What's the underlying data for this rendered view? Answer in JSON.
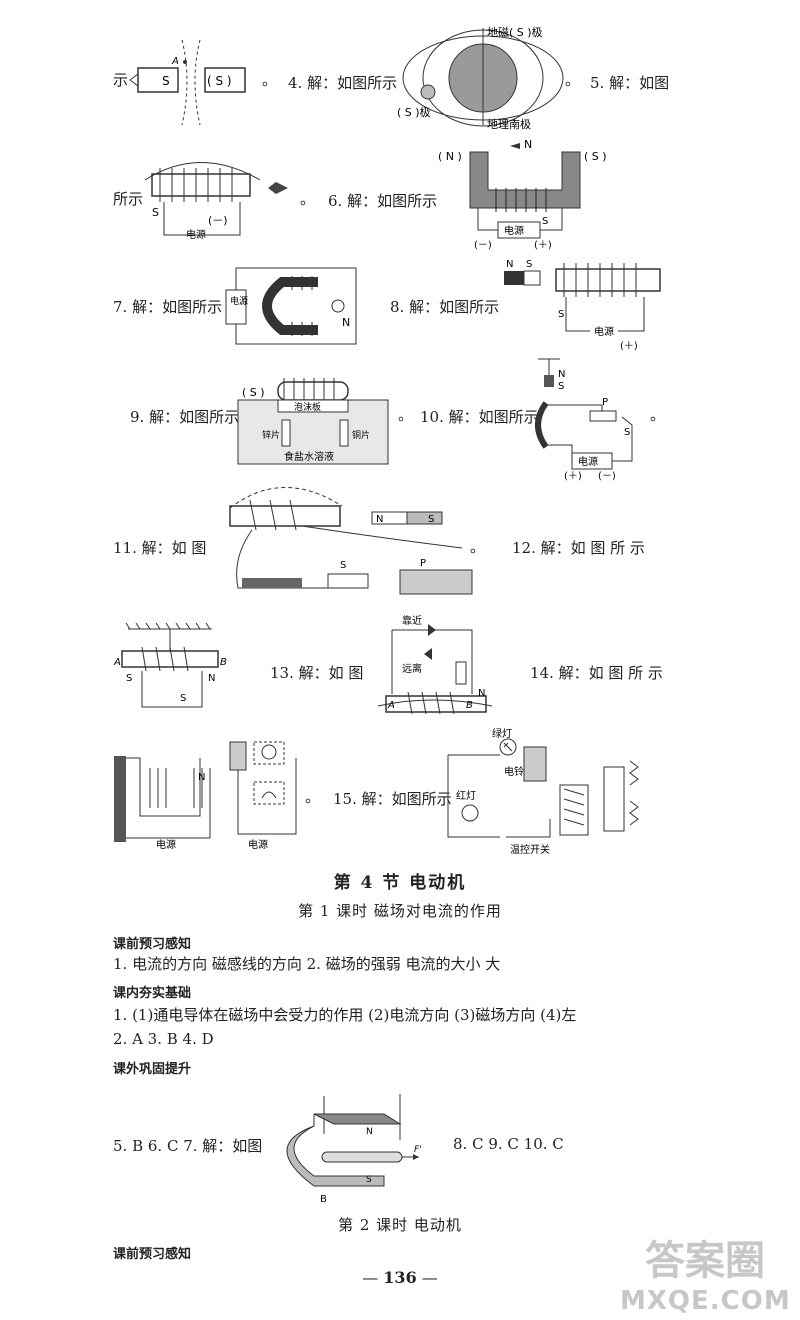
{
  "row1": {
    "prefix": "示",
    "magnet_left": "S",
    "magnet_right": "( S )",
    "point_a": "A",
    "end_period_a": "。",
    "q4": "4. 解：如图所示",
    "earth_top": "地磁( S )极",
    "earth_bottom": "地理南极",
    "compass": "( S )极",
    "end_period_b": "。",
    "q5": "5. 解：如图"
  },
  "row2": {
    "prefix": "所示",
    "switch_s": "S",
    "minus": "(－)",
    "source": "电源",
    "end_period_a": "。",
    "q6": "6. 解：如图所示",
    "pole_n": "( N )",
    "pole_s": "( S )",
    "arrow_n": "N",
    "source_b": "电源",
    "minus_b": "(－)",
    "plus_b": "(＋)",
    "switch_b": "S"
  },
  "row3": {
    "q7": "7. 解：如图所示",
    "source_vertical": "电源",
    "n_label": "N",
    "q8": "8. 解：如图所示",
    "n_small": "N",
    "s_small": "S",
    "switch": "S",
    "source": "电源",
    "plus": "(＋)"
  },
  "row4": {
    "q9": "9. 解：如图所示",
    "pole_s": "( S )",
    "foam": "泡沫板",
    "zinc": "锌片",
    "copper": "铜片",
    "saline": "食盐水溶液",
    "end_period_a": "。",
    "q10": "10. 解：如图所示",
    "n": "N",
    "s": "S",
    "p": "P",
    "switch": "S",
    "source": "电源",
    "plus": "(＋)",
    "minus": "(－)",
    "end_period_b": "。"
  },
  "row5": {
    "q11": "11. 解：如 图",
    "magnet_n": "N",
    "magnet_s": "S",
    "switch": "S",
    "p": "P",
    "end_period": "。",
    "q12": "12. 解：如 图 所 示"
  },
  "row6": {
    "a": "A",
    "b": "B",
    "s": "S",
    "n": "N",
    "switch": "S",
    "q13": "13. 解：如 图",
    "near": "靠近",
    "far": "远离",
    "a2": "A",
    "b2": "B",
    "n2": "N",
    "q14": "14. 解：如 图 所 示"
  },
  "row7": {
    "source1": "电源",
    "source2": "电源",
    "n": "N",
    "end_period": "。",
    "q15": "15. 解：如图所示",
    "green": "绿灯",
    "bell": "电铃",
    "red": "红灯",
    "switch": "温控开关"
  },
  "section": {
    "title": "第 4 节    电动机",
    "lesson1": "第 1 课时    磁场对电流的作用"
  },
  "pre": {
    "header": "课前预习感知",
    "line": "1. 电流的方向    磁感线的方向    2. 磁场的强弱    电流的大小    大"
  },
  "inclass": {
    "header": "课内夯实基础",
    "line1": "1. (1)通电导体在磁场中会受力的作用    (2)电流方向    (3)磁场方向    (4)左",
    "line2": "2. A    3. B    4. D"
  },
  "outclass": {
    "header": "课外巩固提升",
    "line_left": "5. B    6. C    7. 解：如图",
    "n": "N",
    "s": "S",
    "b": "B",
    "f": "F'",
    "line_right": "8. C    9. C    10. C"
  },
  "lesson2": {
    "title": "第 2 课时    电动机",
    "header": "课前预习感知"
  },
  "page_number": "136",
  "watermark": {
    "top": "答案圈",
    "bottom": "MXQE.COM"
  }
}
